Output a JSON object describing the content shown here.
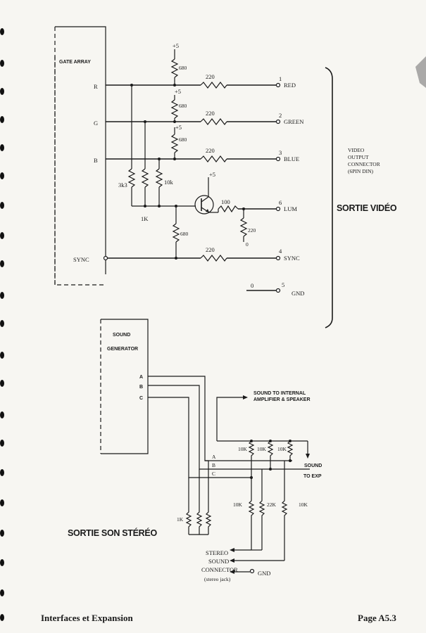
{
  "video": {
    "gate_array": "GATE ARRAY",
    "pins": {
      "r": "R",
      "g": "G",
      "b": "B",
      "sync": "SYNC"
    },
    "supply": "+5",
    "pullups": {
      "r": "680",
      "g": "680",
      "b": "680"
    },
    "series": {
      "r": "220",
      "g": "220",
      "b": "220",
      "sync": "220",
      "lum": "100"
    },
    "ladder": {
      "r1": "3k3",
      "r2": "10k",
      "r3": "1K",
      "ground": "680",
      "emitter": "220"
    },
    "transistor_supply": "+5",
    "ground_small": "0",
    "outputs": [
      {
        "num": "1",
        "label": "RED"
      },
      {
        "num": "2",
        "label": "GREEN"
      },
      {
        "num": "3",
        "label": "BLUE"
      },
      {
        "num": "6",
        "label": "LUM"
      },
      {
        "num": "4",
        "label": "SYNC"
      },
      {
        "num": "5",
        "label": "GND"
      }
    ],
    "gnd_zero": "0",
    "connector_caption": [
      "VIDEO",
      "OUTPUT",
      "CONNECTOR",
      "(6PIN DIN)"
    ],
    "section_title": "SORTIE VIDÉO"
  },
  "sound": {
    "generator": [
      "SOUND",
      "GENERATOR"
    ],
    "channels": [
      "A",
      "B",
      "C"
    ],
    "bus_labels": [
      "A",
      "B",
      "C"
    ],
    "internal": [
      "SOUND TO INTERNAL",
      "AMPLIFIER & SPEAKER"
    ],
    "top_resistors": [
      "10K",
      "10K",
      "10K"
    ],
    "mix_resistors": [
      "10K",
      "22K",
      "10K"
    ],
    "bottom_resistor": "1K",
    "exp": [
      "SOUND",
      "TO EXP"
    ],
    "stereo": [
      "STEREO",
      "SOUND",
      "CONNECTOR",
      "(stereo jack)"
    ],
    "gnd": "GND",
    "section_title": "SORTIE SON STÉRÉO"
  },
  "footer": {
    "left": "Interfaces et Expansion",
    "right": "Page A5.3"
  }
}
